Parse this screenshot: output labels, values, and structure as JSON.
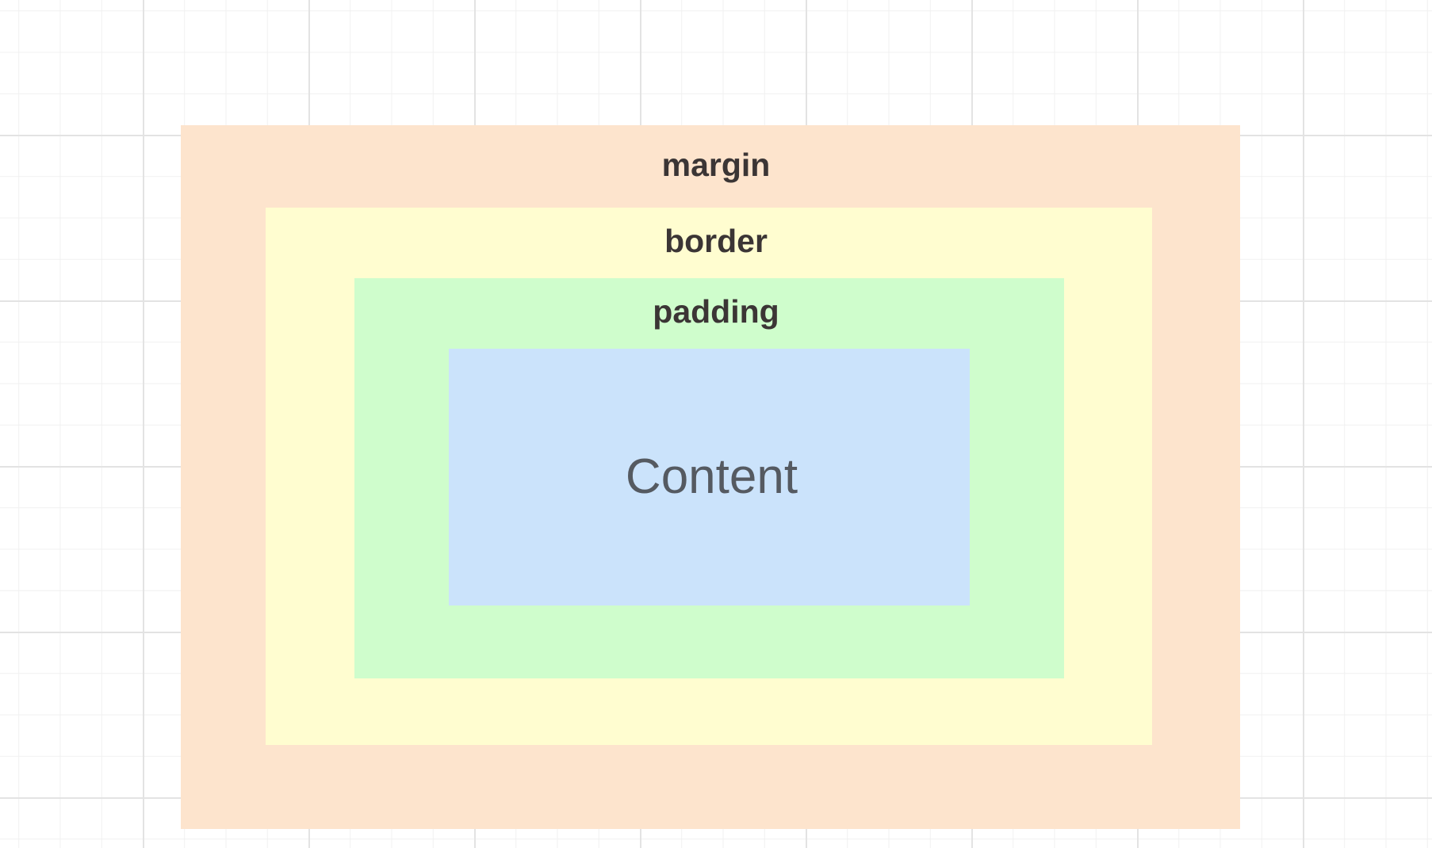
{
  "diagram": {
    "layers": {
      "margin": {
        "label": "margin",
        "color": "#fde4cd"
      },
      "border": {
        "label": "border",
        "color": "#fffdd0"
      },
      "padding": {
        "label": "padding",
        "color": "#cffdcc"
      },
      "content": {
        "label": "Content",
        "color": "#cbe3fb"
      }
    },
    "label_color": "#3b3535",
    "content_label_color": "#555a61",
    "grid": {
      "visible": true,
      "minor_color": "#f0f0f0",
      "major_color": "#e3e3e3"
    }
  }
}
